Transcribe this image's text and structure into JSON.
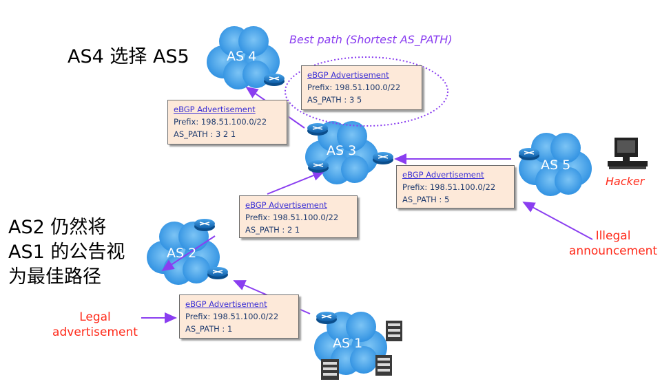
{
  "title_as4": "AS4 选择 AS5",
  "note_as2": [
    "AS2 仍然将",
    "AS1 的公告视",
    "为最佳路径"
  ],
  "best_path": "Best path (Shortest AS_PATH)",
  "hacker": "Hacker",
  "illegal": [
    "Illegal",
    "announcement"
  ],
  "legal": [
    "Legal",
    "advertisement"
  ],
  "nodes": {
    "as1": "AS 1",
    "as2": "AS 2",
    "as3": "AS 3",
    "as4": "AS 4",
    "as5": "AS 5"
  },
  "ads": [
    {
      "title": "eBGP Advertisement",
      "prefix": "Prefix: 198.51.100.0/22",
      "path": "AS_PATH : 3 5"
    },
    {
      "title": "eBGP Advertisement",
      "prefix": "Prefix: 198.51.100.0/22",
      "path": "AS_PATH : 3 2 1"
    },
    {
      "title": "eBGP Advertisement",
      "prefix": "Prefix: 198.51.100.0/22",
      "path": "AS_PATH : 5"
    },
    {
      "title": "eBGP Advertisement",
      "prefix": "Prefix: 198.51.100.0/22",
      "path": "AS_PATH : 2 1"
    },
    {
      "title": "eBGP Advertisement",
      "prefix": "Prefix: 198.51.100.0/22",
      "path": "AS_PATH : 1"
    }
  ],
  "colors": {
    "arrow": "#8a3ef0",
    "cloud": "#3a9be8",
    "router": "#1f7fd1",
    "adv_bg": "#fde9d9",
    "red": "#ff2a1a"
  }
}
